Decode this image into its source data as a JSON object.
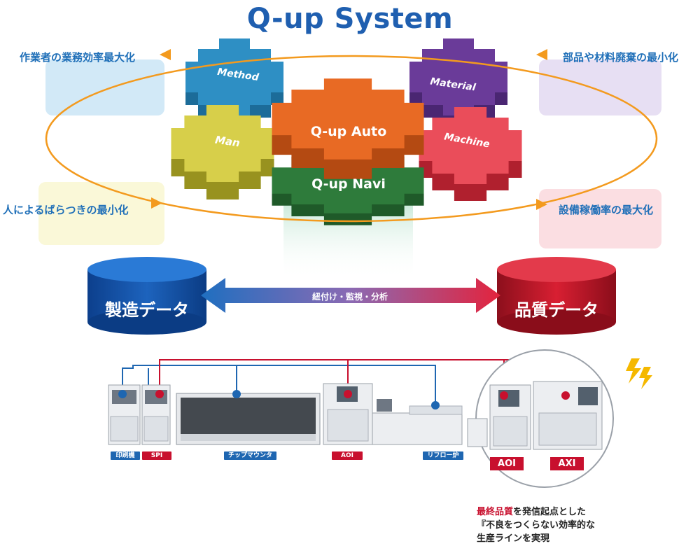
{
  "title": "Q-up System",
  "side_labels": {
    "top_left": "作業者の業務効率最大化",
    "top_right": "部品や材料廃棄の最小化",
    "bottom_left": "人によるばらつきの最小化",
    "bottom_right": "設備稼働率の最大化"
  },
  "gears": {
    "method": "Method",
    "material": "Material",
    "man": "Man",
    "machine": "Machine",
    "auto": "Q-up Auto",
    "navi": "Q-up Navi"
  },
  "databases": {
    "left": "製造データ",
    "right": "品質データ"
  },
  "link_label": "紐付け・監視・分析",
  "machines": {
    "printer": "印刷機",
    "spi": "SPI",
    "chip_mounter": "チップマウンタ",
    "aoi": "AOI",
    "reflow": "リフロー炉",
    "aoi_final": "AOI",
    "axi": "AXI"
  },
  "note": {
    "highlight": "最終品質",
    "line1_rest": "を発信起点とした",
    "line2": "『不良をつくらない効率的な",
    "line3": "生産ラインを実現"
  },
  "colors": {
    "title": "#1f5fb0",
    "blue": "#1e66b1",
    "red": "#c8102e",
    "orange": "#f39a1e",
    "method": "#2e8fc4",
    "material": "#6a3b99",
    "man": "#c9c23a",
    "machine": "#e2414e",
    "auto": "#e86a24",
    "navi": "#2e7b3b"
  }
}
